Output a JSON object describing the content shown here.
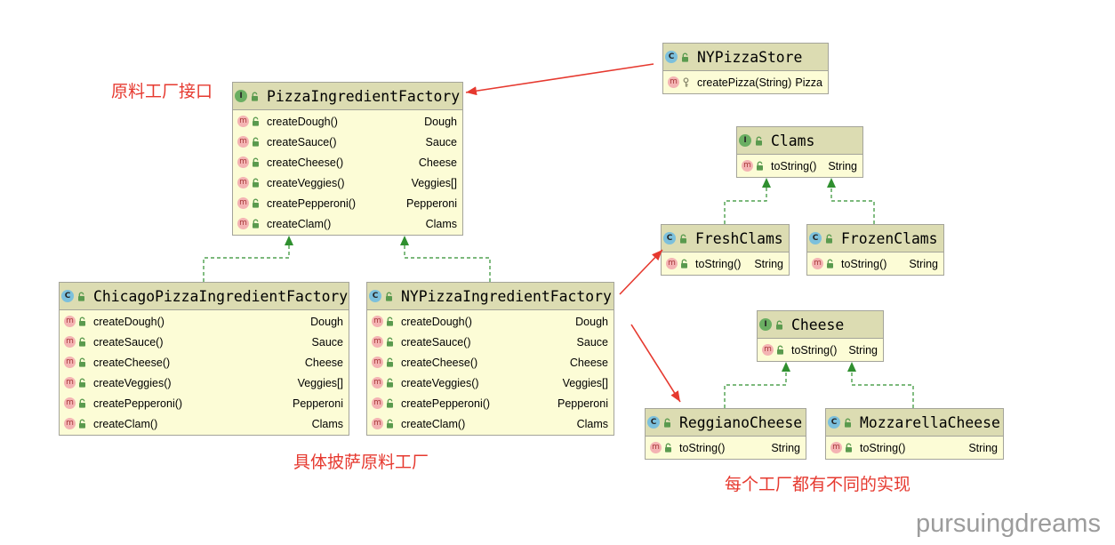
{
  "annotations": {
    "interface_note": "原料工厂接口",
    "concrete_factories_note": "具体披萨原料工厂",
    "implementations_note": "每个工厂都有不同的实现"
  },
  "watermark": "pursuingdreams",
  "icons": {
    "interface_badge": "I",
    "class_badge": "C",
    "method_badge": "m",
    "public_visibility": "lock-icon",
    "protected_visibility": "key-icon"
  },
  "colors": {
    "header_fill": "#dcdcb2",
    "body_fill": "#fcfcd6",
    "border": "#a4a49a",
    "interface_badge": "#6aae62",
    "class_badge": "#7cc0dc",
    "method_badge": "#f4b3b3",
    "method_badge_text": "#a83a3a",
    "visibility_green": "#5a9a4e",
    "visibility_key": "#8b8b70",
    "implements_edge": "#2f8f2f",
    "annotation_red": "#e6392f",
    "watermark": "#9c9c9c"
  },
  "classes": {
    "pizza_ingredient_factory": {
      "name": "PizzaIngredientFactory",
      "methods": [
        {
          "name": "createDough()",
          "type": "Dough"
        },
        {
          "name": "createSauce()",
          "type": "Sauce"
        },
        {
          "name": "createCheese()",
          "type": "Cheese"
        },
        {
          "name": "createVeggies()",
          "type": "Veggies[]"
        },
        {
          "name": "createPepperoni()",
          "type": "Pepperoni"
        },
        {
          "name": "createClam()",
          "type": "Clams"
        }
      ]
    },
    "ny_pizza_store": {
      "name": "NYPizzaStore",
      "methods": [
        {
          "name": "createPizza(String)",
          "type": "Pizza"
        }
      ]
    },
    "clams": {
      "name": "Clams",
      "methods": [
        {
          "name": "toString()",
          "type": "String"
        }
      ]
    },
    "fresh_clams": {
      "name": "FreshClams",
      "methods": [
        {
          "name": "toString()",
          "type": "String"
        }
      ]
    },
    "frozen_clams": {
      "name": "FrozenClams",
      "methods": [
        {
          "name": "toString()",
          "type": "String"
        }
      ]
    },
    "chicago_pizza_ingredient_factory": {
      "name": "ChicagoPizzaIngredientFactory",
      "methods": [
        {
          "name": "createDough()",
          "type": "Dough"
        },
        {
          "name": "createSauce()",
          "type": "Sauce"
        },
        {
          "name": "createCheese()",
          "type": "Cheese"
        },
        {
          "name": "createVeggies()",
          "type": "Veggies[]"
        },
        {
          "name": "createPepperoni()",
          "type": "Pepperoni"
        },
        {
          "name": "createClam()",
          "type": "Clams"
        }
      ]
    },
    "ny_pizza_ingredient_factory": {
      "name": "NYPizzaIngredientFactory",
      "methods": [
        {
          "name": "createDough()",
          "type": "Dough"
        },
        {
          "name": "createSauce()",
          "type": "Sauce"
        },
        {
          "name": "createCheese()",
          "type": "Cheese"
        },
        {
          "name": "createVeggies()",
          "type": "Veggies[]"
        },
        {
          "name": "createPepperoni()",
          "type": "Pepperoni"
        },
        {
          "name": "createClam()",
          "type": "Clams"
        }
      ]
    },
    "cheese": {
      "name": "Cheese",
      "methods": [
        {
          "name": "toString()",
          "type": "String"
        }
      ]
    },
    "reggiano_cheese": {
      "name": "ReggianoCheese",
      "methods": [
        {
          "name": "toString()",
          "type": "String"
        }
      ]
    },
    "mozzarella_cheese": {
      "name": "MozzarellaCheese",
      "methods": [
        {
          "name": "toString()",
          "type": "String"
        }
      ]
    }
  }
}
